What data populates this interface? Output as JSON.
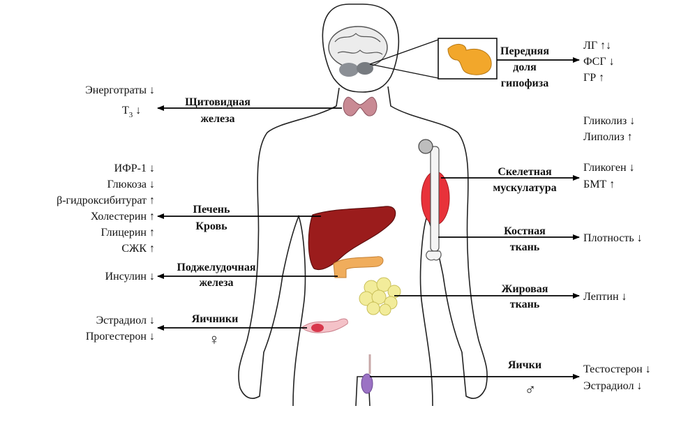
{
  "organs": {
    "pituitary": [
      "Передняя",
      "доля",
      "гипофиза"
    ],
    "thyroid": [
      "Щитовидная",
      "железа"
    ],
    "liver": [
      "Печень",
      "Кровь"
    ],
    "pancreas": [
      "Поджелудочная",
      "железа"
    ],
    "ovaries": [
      "Яичники"
    ],
    "muscle": [
      "Скелетная",
      "мускулатура"
    ],
    "bone": [
      "Костная",
      "ткань"
    ],
    "fat": [
      "Жировая",
      "ткань"
    ],
    "testes": [
      "Яички"
    ]
  },
  "hormones": {
    "pituitary": [
      "ЛГ ↑↓",
      "ФСГ ↓",
      "ГР ↑"
    ],
    "thyroid_energy": "Энерготраты ↓",
    "thyroid_t3": "Т",
    "thyroid_t3_sub": "3",
    "thyroid_t3_arrow": " ↓",
    "glycolysis": [
      "Гликолиз ↓",
      "Липолиз ↑"
    ],
    "liver": [
      "ИФР-1 ↓",
      "Глюкоза ↓",
      "β-гидроксибитурат ↑",
      "Холестерин ↑",
      "Глицерин ↑",
      "СЖК ↑"
    ],
    "pancreas": "Инсулин ↓",
    "ovaries": [
      "Эстрадиол ↓",
      "Прогестерон ↓"
    ],
    "muscle": [
      "Гликоген ↓",
      "БМТ ↑"
    ],
    "bone": "Плотность ↓",
    "fat": "Лептин ↓",
    "testes": [
      "Тестостерон ↓",
      "Эстрадиол ↓"
    ]
  },
  "symbols": {
    "female": "♀",
    "male": "♂"
  },
  "colors": {
    "liver": "#9b1c1c",
    "pancreas": "#f0ad5c",
    "thyroid": "#c98a94",
    "fat": "#f2ec9a",
    "muscle": "#e8323a",
    "ovary": "#e06b7a",
    "testis": "#9b72c4",
    "pituitary": "#f2a72b",
    "brain": "#9aa0a6"
  }
}
